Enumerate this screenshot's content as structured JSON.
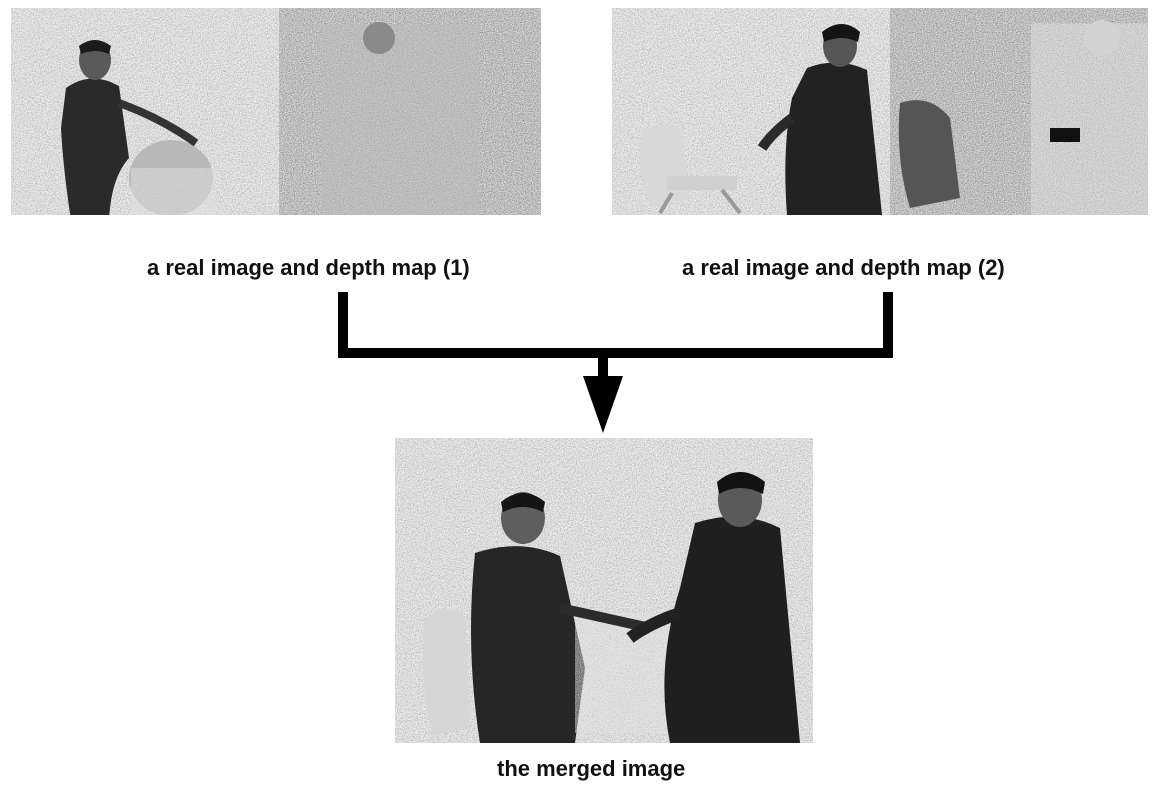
{
  "captions": {
    "pair_1": "a real image and depth map (1)",
    "pair_2": "a real image and depth map (2)",
    "merged": "the merged image"
  },
  "images": {
    "pair_1": [
      {
        "kind": "photo",
        "content": "standing person holding a chair"
      },
      {
        "kind": "depth-map",
        "content": "person silhouette"
      }
    ],
    "pair_2": [
      {
        "kind": "photo",
        "content": "office chair and standing person"
      },
      {
        "kind": "depth-map",
        "content": "chair and person silhouettes"
      }
    ],
    "merged": {
      "kind": "photo",
      "content": "both people and both chairs composited together"
    }
  },
  "colors": {
    "arrow": "#000000",
    "text": "#111111",
    "background": "#ffffff"
  }
}
